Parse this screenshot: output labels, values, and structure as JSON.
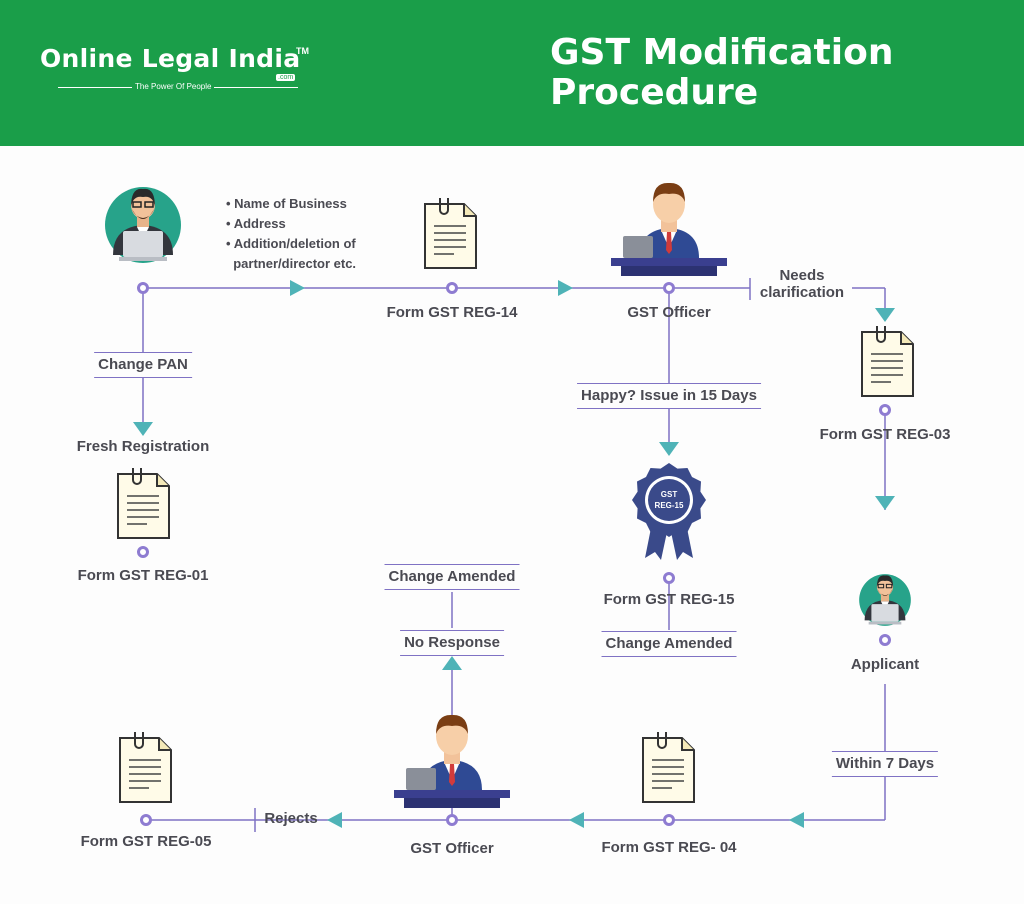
{
  "header": {
    "logo": "Online Legal India",
    "logo_tm": "TM",
    "logo_com": ".com",
    "tagline": "The Power Of People",
    "title_line1": "GST Modification",
    "title_line2": "Procedure"
  },
  "colors": {
    "header_bg": "#1a9e49",
    "line": "#7f72c4",
    "arrow": "#4fb3b7",
    "badge": "#3a4a8a",
    "text": "#4a4a52"
  },
  "change_items": [
    "Name of Business",
    "Address",
    "Addition/deletion of",
    "partner/director etc."
  ],
  "labels": {
    "form_reg14": "Form GST REG-14",
    "gst_officer_top": "GST Officer",
    "needs_clarification_1": "Needs",
    "needs_clarification_2": "clarification",
    "form_reg03": "Form GST REG-03",
    "change_pan": "Change PAN",
    "fresh_registration": "Fresh Registration",
    "form_reg01": "Form GST REG-01",
    "happy_issue": "Happy? Issue in 15 Days",
    "form_reg15": "Form GST REG-15",
    "change_amended_right": "Change Amended",
    "badge_line1": "GST",
    "badge_line2": "REG-15",
    "applicant": "Applicant",
    "within_7_days": "Within 7 Days",
    "form_reg04": "Form GST REG-  04",
    "gst_officer_bottom": "GST Officer",
    "no_response": "No Response",
    "change_amended_left": "Change Amended",
    "rejects": "Rejects",
    "form_reg05": "Form GST REG-05"
  }
}
